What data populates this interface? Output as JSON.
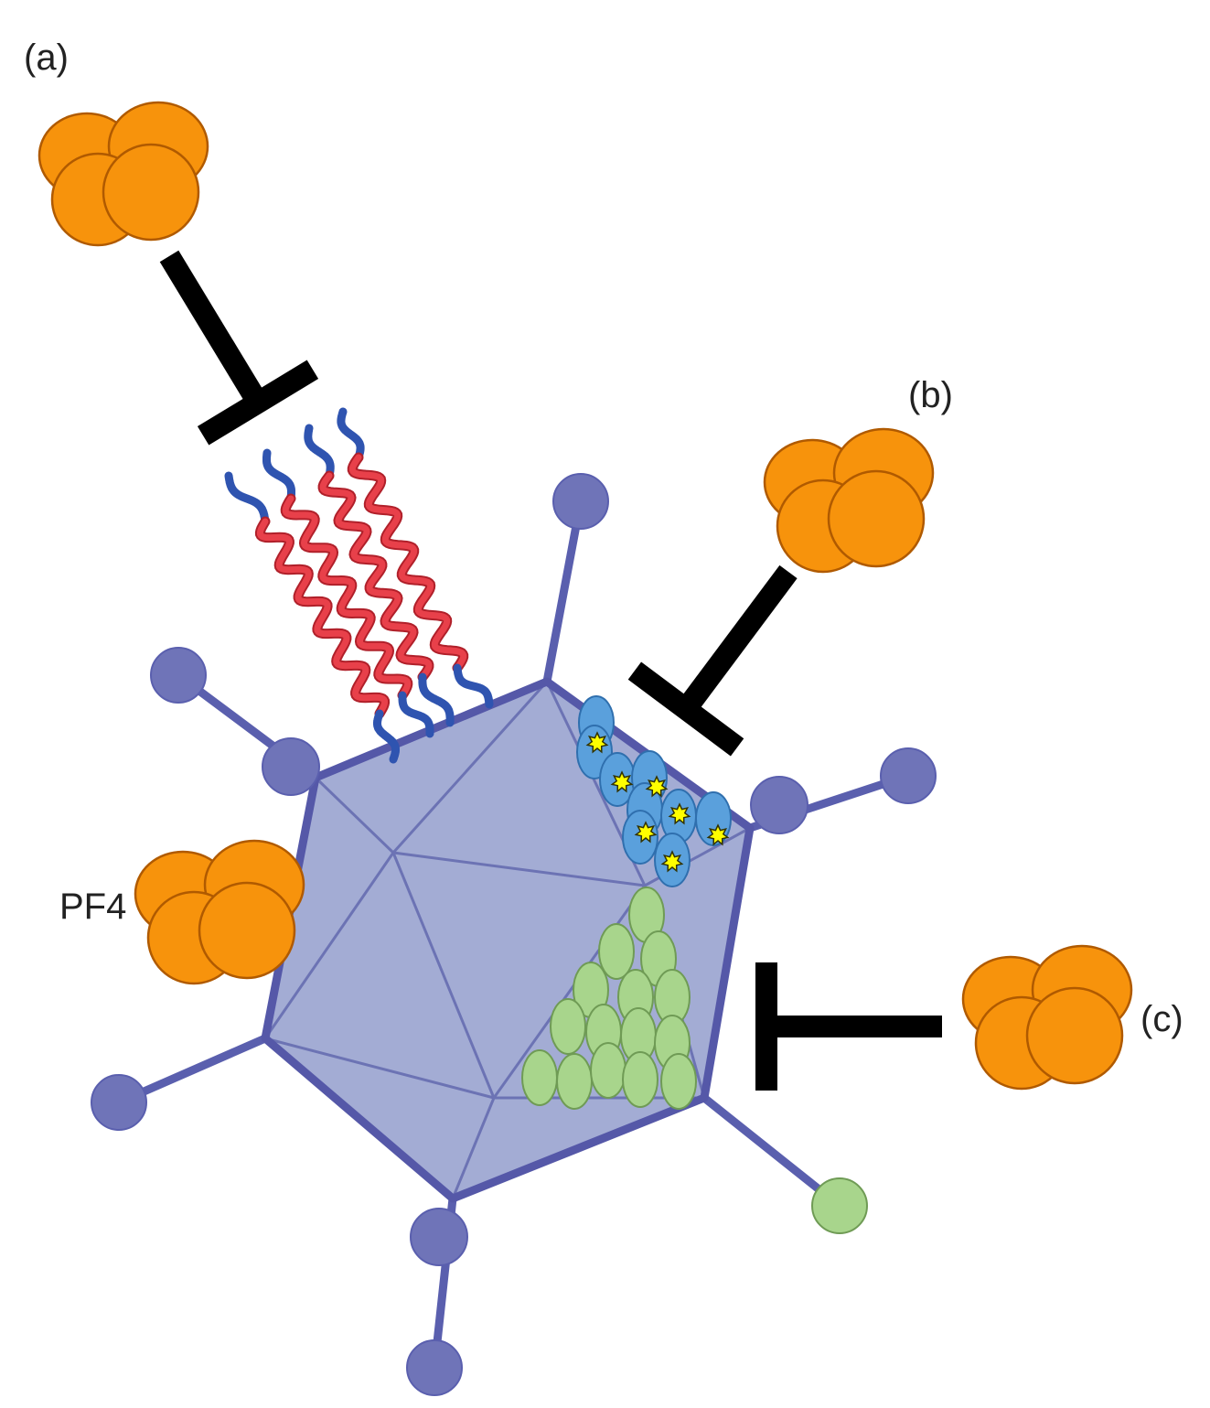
{
  "labels": {
    "a": "(a)",
    "b": "(b)",
    "c": "(c)",
    "pf4": "PF4"
  },
  "colors": {
    "pf4_fill": "#f7930c",
    "pf4_stroke": "#b05a00",
    "capsid_fill": "#a3acd4",
    "capsid_edge": "#5558a8",
    "capsid_inner_line": "#6c73b4",
    "fiber": "#5a5fae",
    "fiber_knob": "#6f74b8",
    "green_protein": "#a8d58c",
    "green_protein_stroke": "#6f9b55",
    "blue_protein": "#5aa0dc",
    "blue_protein_stroke": "#2f6fae",
    "star": "#ffff00",
    "strand_red": "#e8404a",
    "strand_blue": "#2f54b0",
    "inhibit_bar": "#000000"
  }
}
